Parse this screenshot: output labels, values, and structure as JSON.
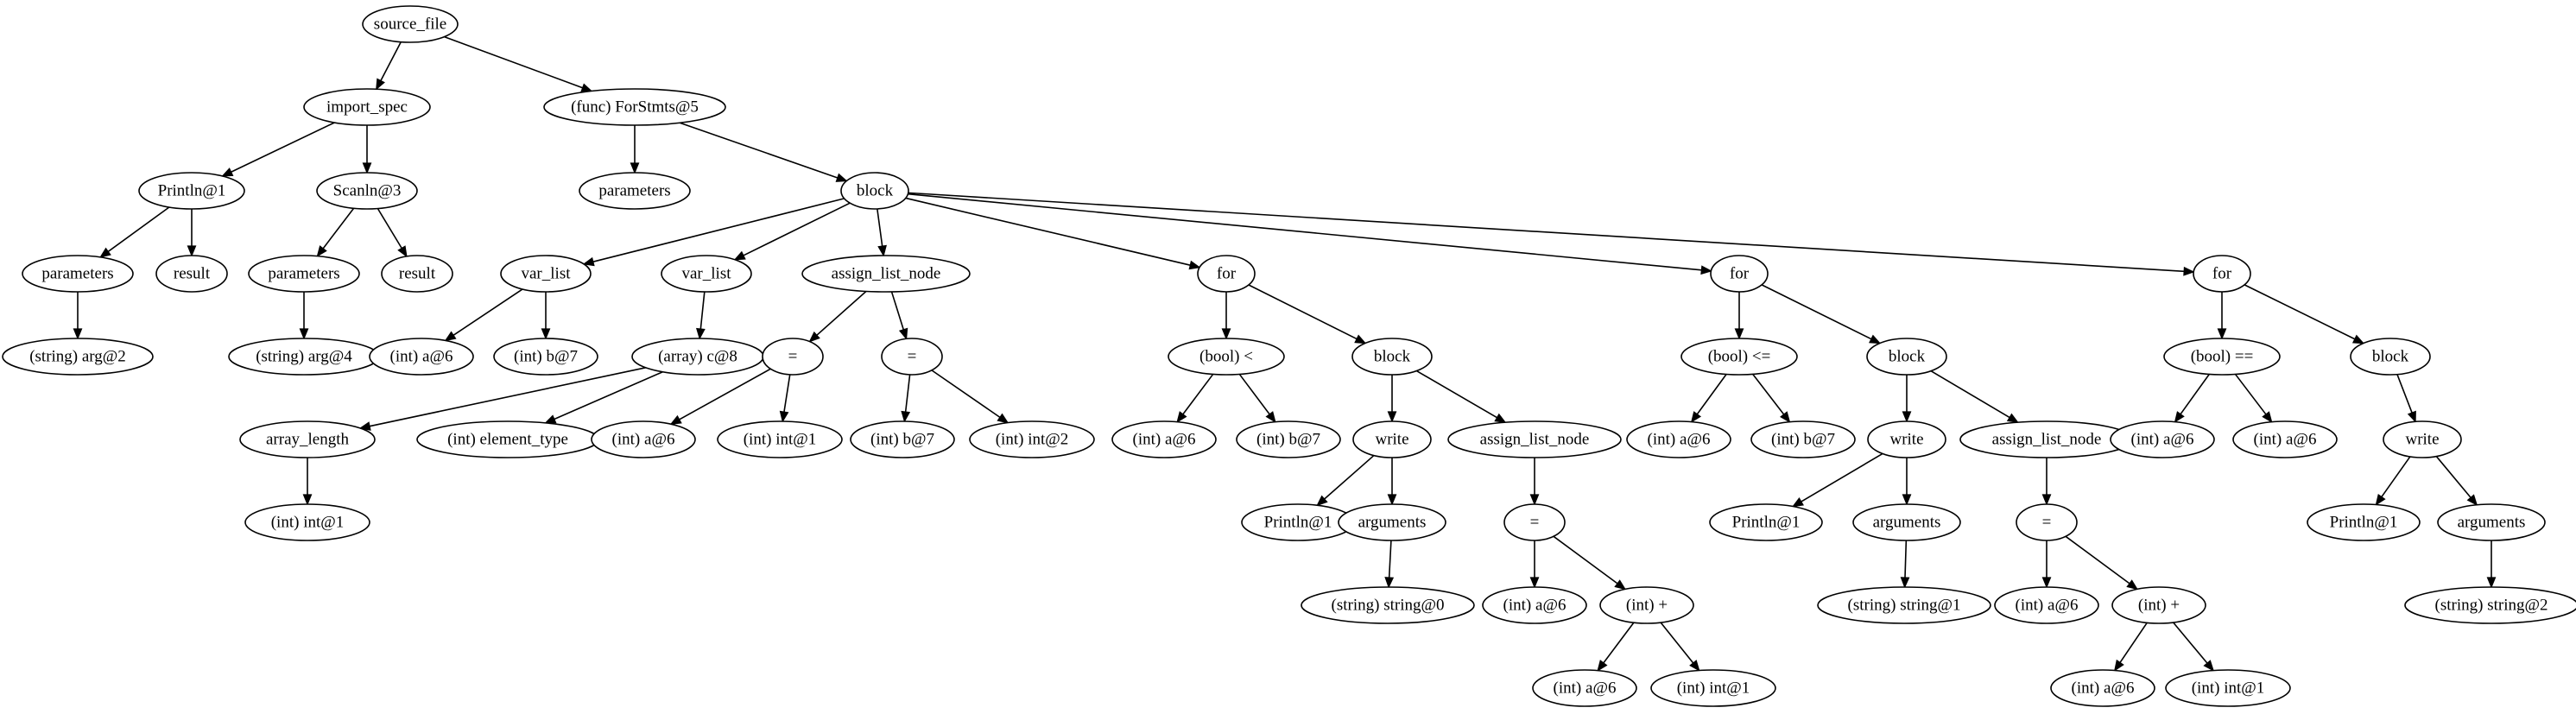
{
  "diagram": {
    "kind": "tree",
    "nodes": [
      {
        "id": "n0",
        "label": "source_file"
      },
      {
        "id": "n1",
        "label": "import_spec"
      },
      {
        "id": "n2",
        "label": "(func) ForStmts@5"
      },
      {
        "id": "n3",
        "label": "Println@1"
      },
      {
        "id": "n4",
        "label": "Scanln@3"
      },
      {
        "id": "n5",
        "label": "parameters"
      },
      {
        "id": "n6",
        "label": "result"
      },
      {
        "id": "n7",
        "label": "parameters"
      },
      {
        "id": "n8",
        "label": "result"
      },
      {
        "id": "n9",
        "label": "(string) arg@2"
      },
      {
        "id": "n10",
        "label": "(string) arg@4"
      },
      {
        "id": "n11",
        "label": "parameters"
      },
      {
        "id": "n12",
        "label": "block"
      },
      {
        "id": "n13",
        "label": "var_list"
      },
      {
        "id": "n14",
        "label": "var_list"
      },
      {
        "id": "n15",
        "label": "assign_list_node"
      },
      {
        "id": "n16",
        "label": "for"
      },
      {
        "id": "n17",
        "label": "for"
      },
      {
        "id": "n18",
        "label": "for"
      },
      {
        "id": "n19",
        "label": "(int) a@6"
      },
      {
        "id": "n20",
        "label": "(int) b@7"
      },
      {
        "id": "n21",
        "label": "(array) c@8"
      },
      {
        "id": "n22",
        "label": "array_length"
      },
      {
        "id": "n23",
        "label": "(int) element_type"
      },
      {
        "id": "n24",
        "label": "(int) int@1"
      },
      {
        "id": "n25",
        "label": "="
      },
      {
        "id": "n26",
        "label": "="
      },
      {
        "id": "n27",
        "label": "(int) a@6"
      },
      {
        "id": "n28",
        "label": "(int) int@1"
      },
      {
        "id": "n29",
        "label": "(int) b@7"
      },
      {
        "id": "n30",
        "label": "(int) int@2"
      },
      {
        "id": "n31",
        "label": "(bool) <"
      },
      {
        "id": "n32",
        "label": "block"
      },
      {
        "id": "n33",
        "label": "(int) a@6"
      },
      {
        "id": "n34",
        "label": "(int) b@7"
      },
      {
        "id": "n35",
        "label": "write"
      },
      {
        "id": "n36",
        "label": "assign_list_node"
      },
      {
        "id": "n37",
        "label": "Println@1"
      },
      {
        "id": "n38",
        "label": "arguments"
      },
      {
        "id": "n39",
        "label": "(string) string@0"
      },
      {
        "id": "n40",
        "label": "="
      },
      {
        "id": "n41",
        "label": "(int) a@6"
      },
      {
        "id": "n42",
        "label": "(int) +"
      },
      {
        "id": "n43",
        "label": "(int) a@6"
      },
      {
        "id": "n44",
        "label": "(int) int@1"
      },
      {
        "id": "n45",
        "label": "(bool) <="
      },
      {
        "id": "n46",
        "label": "block"
      },
      {
        "id": "n47",
        "label": "(int) a@6"
      },
      {
        "id": "n48",
        "label": "(int) b@7"
      },
      {
        "id": "n49",
        "label": "write"
      },
      {
        "id": "n50",
        "label": "assign_list_node"
      },
      {
        "id": "n51",
        "label": "Println@1"
      },
      {
        "id": "n52",
        "label": "arguments"
      },
      {
        "id": "n53",
        "label": "(string) string@1"
      },
      {
        "id": "n54",
        "label": "="
      },
      {
        "id": "n55",
        "label": "(int) a@6"
      },
      {
        "id": "n56",
        "label": "(int) +"
      },
      {
        "id": "n57",
        "label": "(int) a@6"
      },
      {
        "id": "n58",
        "label": "(int) int@1"
      },
      {
        "id": "n59",
        "label": "(bool) =="
      },
      {
        "id": "n60",
        "label": "block"
      },
      {
        "id": "n61",
        "label": "(int) a@6"
      },
      {
        "id": "n62",
        "label": "(int) a@6"
      },
      {
        "id": "n63",
        "label": "write"
      },
      {
        "id": "n64",
        "label": "Println@1"
      },
      {
        "id": "n65",
        "label": "arguments"
      },
      {
        "id": "n66",
        "label": "(string) string@2"
      }
    ],
    "edges": [
      [
        "n0",
        "n1"
      ],
      [
        "n0",
        "n2"
      ],
      [
        "n1",
        "n3"
      ],
      [
        "n1",
        "n4"
      ],
      [
        "n3",
        "n5"
      ],
      [
        "n3",
        "n6"
      ],
      [
        "n4",
        "n7"
      ],
      [
        "n4",
        "n8"
      ],
      [
        "n5",
        "n9"
      ],
      [
        "n7",
        "n10"
      ],
      [
        "n2",
        "n11"
      ],
      [
        "n2",
        "n12"
      ],
      [
        "n12",
        "n13"
      ],
      [
        "n12",
        "n14"
      ],
      [
        "n12",
        "n15"
      ],
      [
        "n12",
        "n16"
      ],
      [
        "n12",
        "n17"
      ],
      [
        "n12",
        "n18"
      ],
      [
        "n13",
        "n19"
      ],
      [
        "n13",
        "n20"
      ],
      [
        "n14",
        "n21"
      ],
      [
        "n21",
        "n22"
      ],
      [
        "n21",
        "n23"
      ],
      [
        "n22",
        "n24"
      ],
      [
        "n15",
        "n25"
      ],
      [
        "n15",
        "n26"
      ],
      [
        "n25",
        "n27"
      ],
      [
        "n25",
        "n28"
      ],
      [
        "n26",
        "n29"
      ],
      [
        "n26",
        "n30"
      ],
      [
        "n16",
        "n31"
      ],
      [
        "n16",
        "n32"
      ],
      [
        "n31",
        "n33"
      ],
      [
        "n31",
        "n34"
      ],
      [
        "n32",
        "n35"
      ],
      [
        "n32",
        "n36"
      ],
      [
        "n35",
        "n37"
      ],
      [
        "n35",
        "n38"
      ],
      [
        "n38",
        "n39"
      ],
      [
        "n36",
        "n40"
      ],
      [
        "n40",
        "n41"
      ],
      [
        "n40",
        "n42"
      ],
      [
        "n42",
        "n43"
      ],
      [
        "n42",
        "n44"
      ],
      [
        "n17",
        "n45"
      ],
      [
        "n17",
        "n46"
      ],
      [
        "n45",
        "n47"
      ],
      [
        "n45",
        "n48"
      ],
      [
        "n46",
        "n49"
      ],
      [
        "n46",
        "n50"
      ],
      [
        "n49",
        "n51"
      ],
      [
        "n49",
        "n52"
      ],
      [
        "n52",
        "n53"
      ],
      [
        "n50",
        "n54"
      ],
      [
        "n54",
        "n55"
      ],
      [
        "n54",
        "n56"
      ],
      [
        "n56",
        "n57"
      ],
      [
        "n56",
        "n58"
      ],
      [
        "n18",
        "n59"
      ],
      [
        "n18",
        "n60"
      ],
      [
        "n59",
        "n61"
      ],
      [
        "n59",
        "n62"
      ],
      [
        "n60",
        "n63"
      ],
      [
        "n63",
        "n64"
      ],
      [
        "n63",
        "n65"
      ],
      [
        "n65",
        "n66"
      ]
    ]
  }
}
